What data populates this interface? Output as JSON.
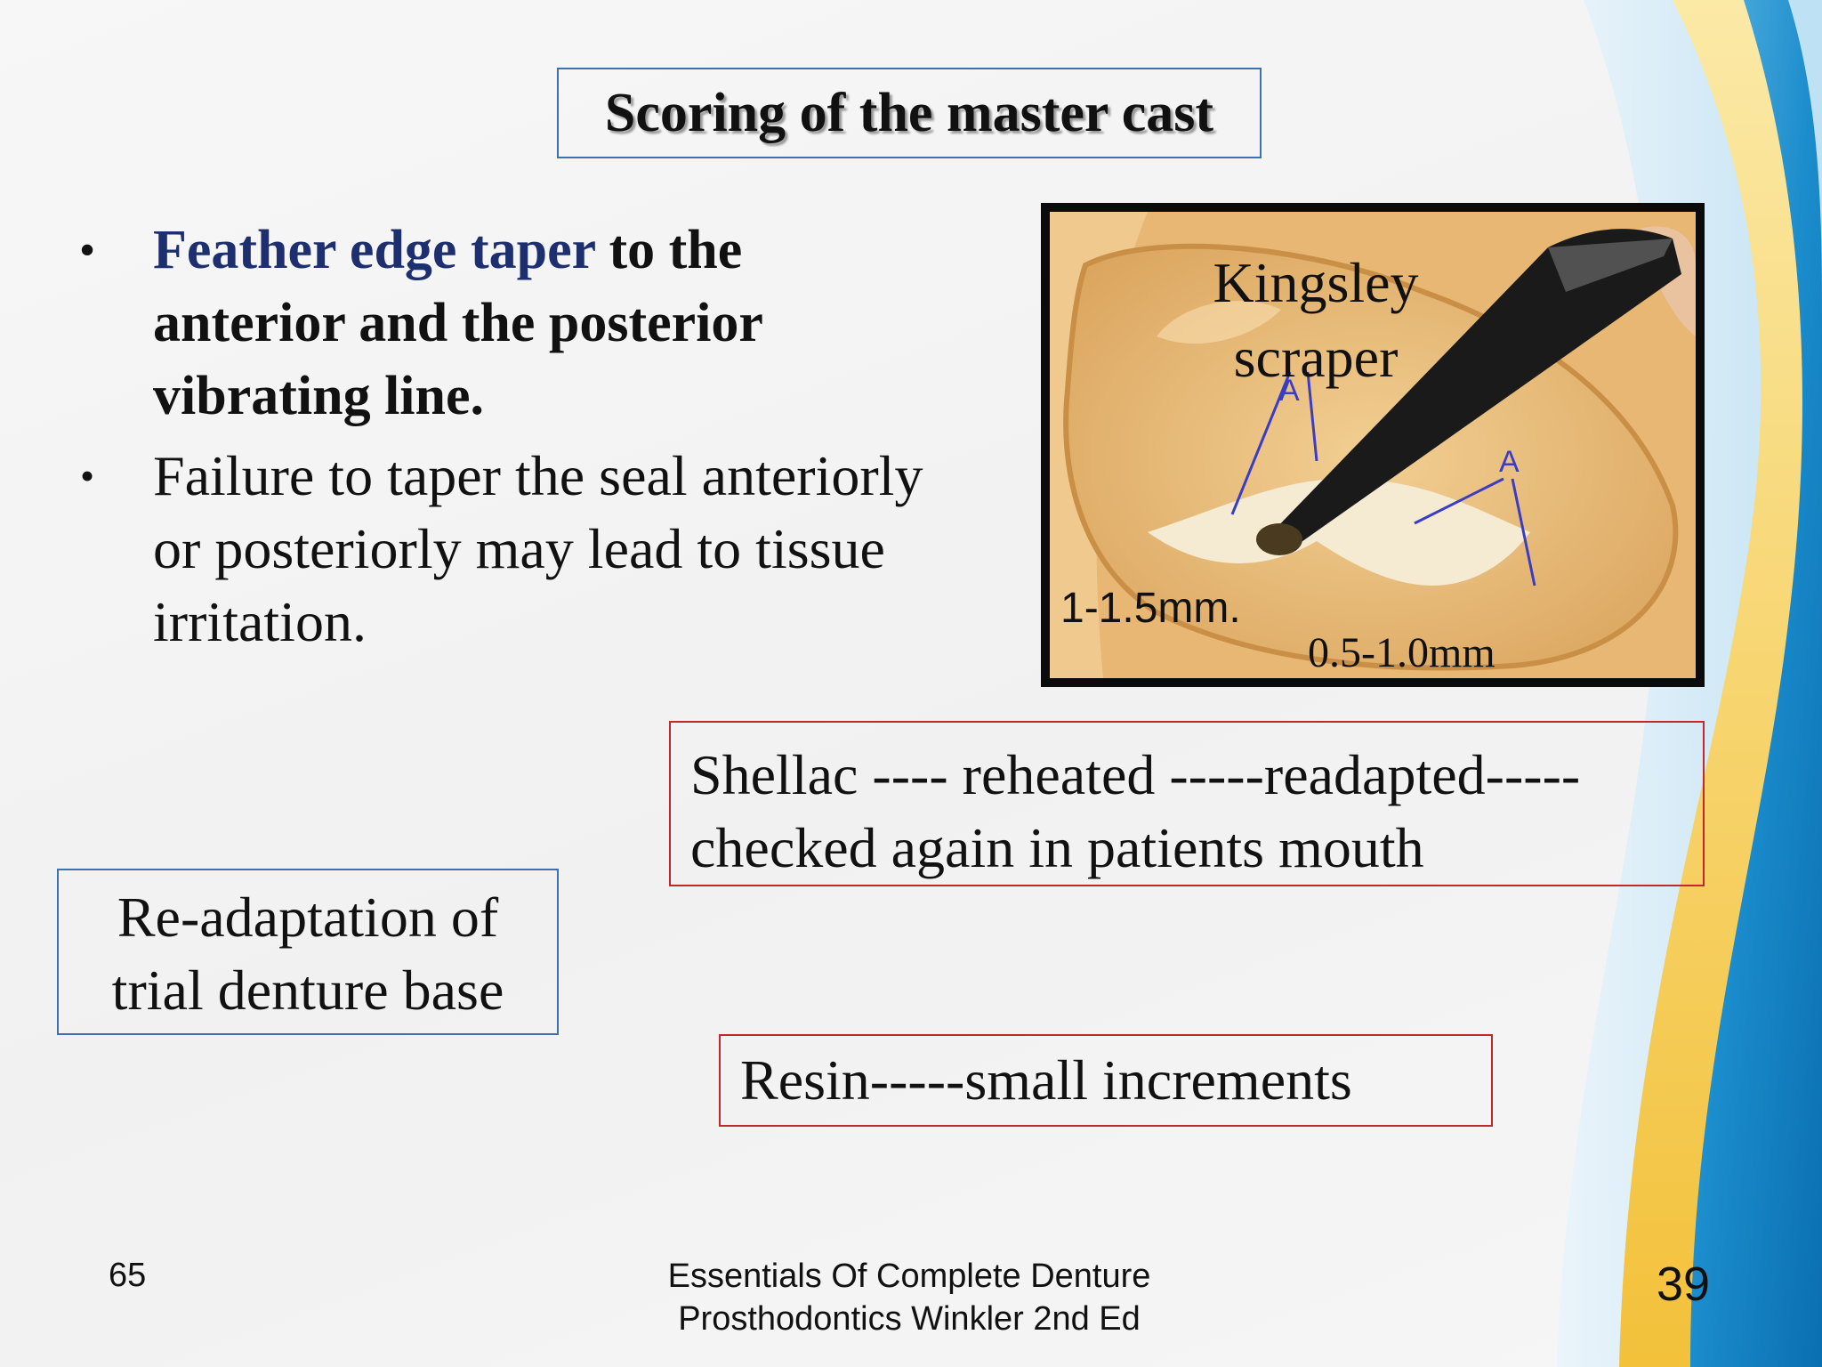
{
  "title": "Scoring of the master cast",
  "bullets": {
    "b1_highlight": "Feather edge taper",
    "b1_rest_1": " to the",
    "b1_line2": "anterior and the posterior",
    "b1_line3": "vibrating line.",
    "b2_line1": "Failure to taper the seal anteriorly",
    "b2_line2": "or posteriorly may lead to tissue",
    "b2_line3": "irritation.",
    "bullet_char": "•"
  },
  "photo": {
    "label_line1": "Kingsley",
    "label_line2": "scraper",
    "measure_left": "1-1.5mm.",
    "measure_right": "0.5-1.0mm",
    "marker_a": "A"
  },
  "boxes": {
    "shellac_line1": "Shellac ---- reheated -----readapted-----",
    "shellac_line2": "checked again in patients mouth",
    "readapt_line1": "Re-adaptation of",
    "readapt_line2": "trial denture base",
    "resin": "Resin-----small increments"
  },
  "footer": {
    "left": "65",
    "center_line1": "Essentials Of Complete Denture",
    "center_line2": "Prosthodontics Winkler 2nd Ed",
    "slide_number": "39"
  },
  "colors": {
    "title_border": "#3e6fb0",
    "highlight_text": "#1d2f6f",
    "red_border": "#c0282d",
    "deco_blue": "#0d7fc4",
    "deco_yellow": "#f5c642"
  }
}
